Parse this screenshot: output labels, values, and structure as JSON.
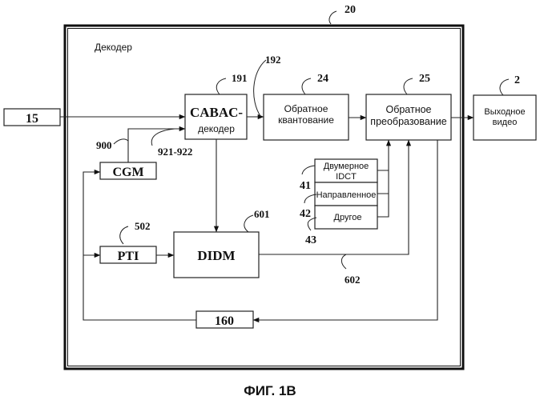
{
  "figure": {
    "caption": "ФИГ. 1B",
    "decoder_label": "Декодер",
    "decoder_ref": "20"
  },
  "blocks": {
    "input": {
      "label": "15"
    },
    "cabac": {
      "line1": "CABAC-",
      "line2": "декодер",
      "ref": "191"
    },
    "inverse_quant": {
      "line1": "Обратное",
      "line2": "квантование",
      "ref": "24"
    },
    "inverse_transform": {
      "line1": "Обратное",
      "line2": "преобразование",
      "ref": "25"
    },
    "output_video": {
      "line1": "Выходное",
      "line2": "видео",
      "ref": "2"
    },
    "cgm": {
      "label": "CGM"
    },
    "pti": {
      "label": "PTI",
      "ref": "502"
    },
    "didm": {
      "label": "DIDM",
      "ref": "601"
    },
    "feedback": {
      "label": "160"
    },
    "transform_options": {
      "idct_line1": "Двумерное",
      "idct_line2": "IDCT",
      "idct_ref": "41",
      "directional": "Направленное",
      "directional_ref": "42",
      "other": "Другое",
      "other_ref": "43"
    }
  },
  "signals": {
    "cgm_to_cabac": "900",
    "cabac_side_input": "921-922",
    "cabac_to_quant": "192",
    "didm_to_transform": "602"
  }
}
